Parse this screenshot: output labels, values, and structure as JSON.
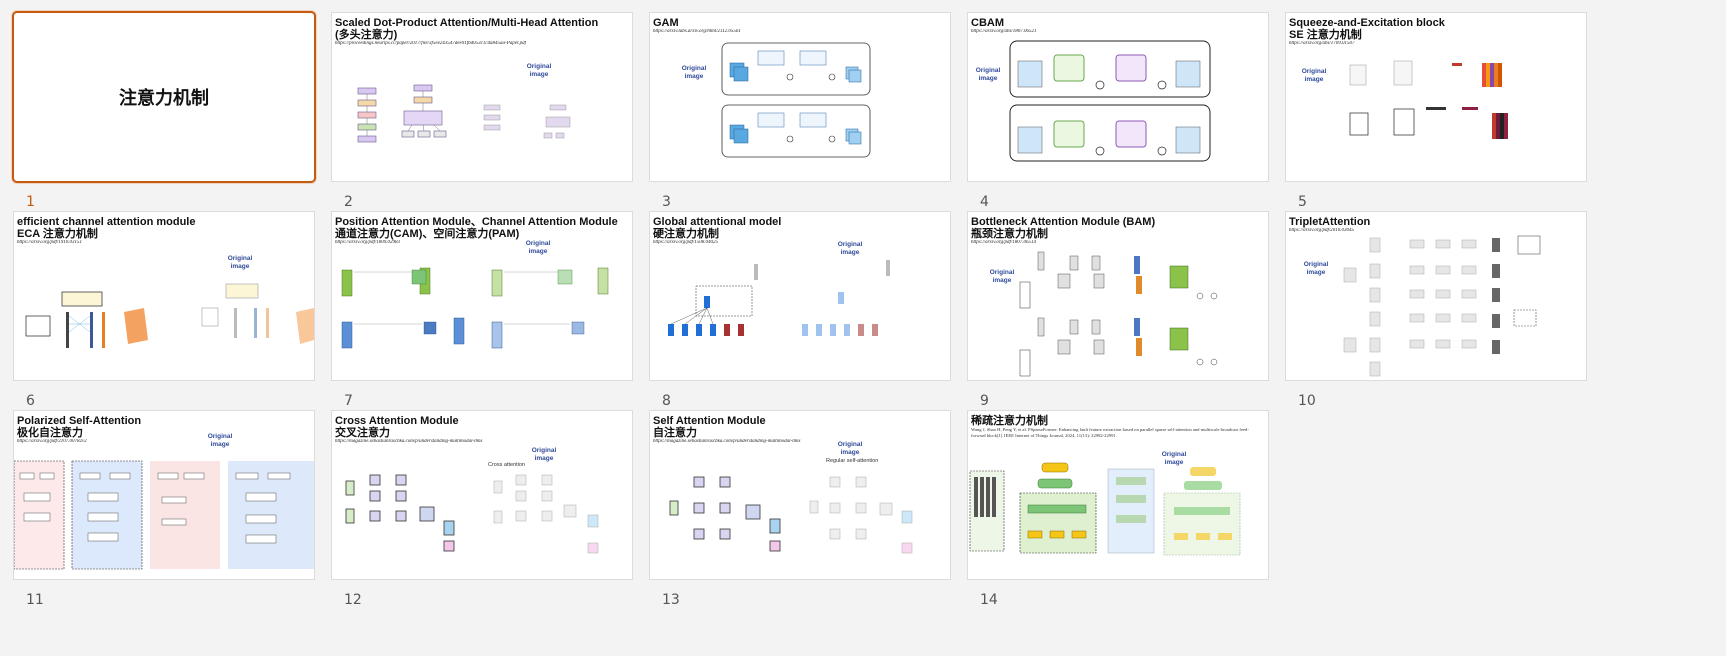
{
  "slides": [
    {
      "num": "1",
      "title": "注意力机制",
      "url": "",
      "caption": "",
      "selected": true
    },
    {
      "num": "2",
      "title": "Scaled Dot-Product Attention/Multi-Head Attention\n(多头注意力)",
      "url": "https://proceedings.neurips.cc/paper/2017/file/3f5ee243547dee91fbd053c1c4a845aa-Paper.pdf",
      "caption": "Original\nimage"
    },
    {
      "num": "3",
      "title": "GAM",
      "url": "https://arxiv.labs.arxiv.org/html/2112.05561",
      "caption": "Original\nimage"
    },
    {
      "num": "4",
      "title": "CBAM",
      "url": "https://arxiv.org/abs/1807.06521",
      "caption": "Original\nimage"
    },
    {
      "num": "5",
      "title": "Squeeze-and-Excitation block\nSE 注意力机制",
      "url": "https://arxiv.org/abs/1709.01507",
      "caption": "Original\nimage"
    },
    {
      "num": "6",
      "title": "efficient channel attention module\nECA 注意力机制",
      "url": "https://arxiv.org/pdf/1910.03151",
      "caption": "Original\nimage"
    },
    {
      "num": "7",
      "title": "Position Attention Module、Channel Attention Module\n通道注意力(CAM)、空间注意力(PAM)",
      "url": "https://arxiv.org/pdf/1809.02983",
      "caption": "Original\nimage"
    },
    {
      "num": "8",
      "title": "Global attentional model\n硬注意力机制",
      "url": "https://arxiv.org/pdf/1508.04025",
      "caption": "Original\nimage"
    },
    {
      "num": "9",
      "title": "Bottleneck Attention Module (BAM)\n瓶颈注意力机制",
      "url": "https://arxiv.org/pdf/1807.06514",
      "caption": "Original\nimage"
    },
    {
      "num": "10",
      "title": "TripletAttention",
      "url": "https://arxiv.org/pdf/2010.03045",
      "caption": "Original\nimage"
    },
    {
      "num": "11",
      "title": "Polarized Self-Attention\n极化自注意力",
      "url": "https://arxiv.org/pdf/2107.00782v2",
      "caption": "Original\nimage"
    },
    {
      "num": "12",
      "title": "Cross Attention Module\n交叉注意力",
      "url": "https://magazine.sebastianraschka.com/p/understanding-multimodal-llms",
      "caption": "Original\nimage",
      "fig_label": "Cross attention"
    },
    {
      "num": "13",
      "title": "Self Attention Module\n自注意力",
      "url": "https://magazine.sebastianraschka.com/p/understanding-multimodal-llms",
      "caption": "Original\nimage",
      "fig_label": "Regular self-attention"
    },
    {
      "num": "14",
      "title": "稀疏注意力机制",
      "url": "Wang J, Shao H, Peng Y, et al. PSparseFormer: Enhancing fault feature extraction based on parallel sparse self-attention and multiscale broadcast feed-forward block[J]. IEEE Internet of Things Journal, 2024, 11(13): 22982-22991.",
      "caption": "Original\nimage"
    }
  ]
}
